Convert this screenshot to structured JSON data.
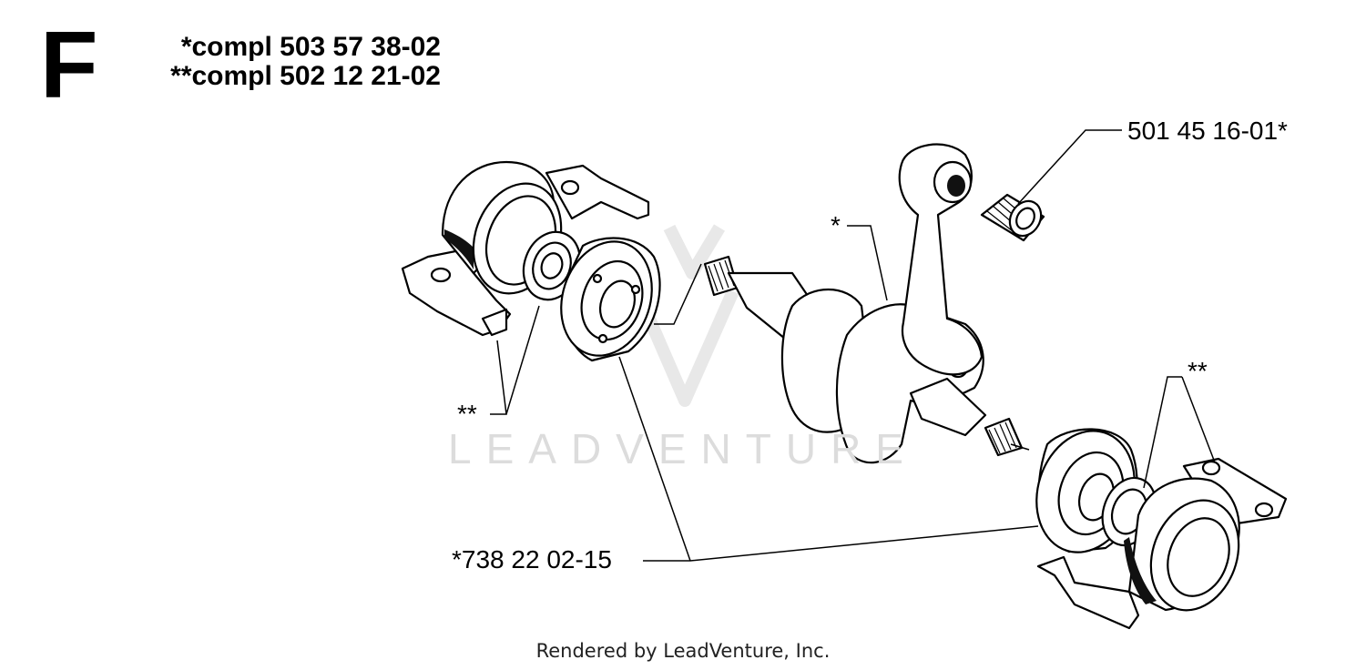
{
  "header": {
    "section_letter": "F",
    "kit_lines": [
      "*compl 503 57 38-02",
      "**compl 502 12 21-02"
    ]
  },
  "callouts": {
    "needle_bearing": "501 45 16-01*",
    "crankshaft_marker": "*",
    "seal_left_marker": "**",
    "seal_right_marker": "**",
    "ball_bearing": "*738 22 02-15"
  },
  "watermark": {
    "text": "LEADVENTURE"
  },
  "footer": {
    "text": "Rendered by LeadVenture, Inc."
  }
}
